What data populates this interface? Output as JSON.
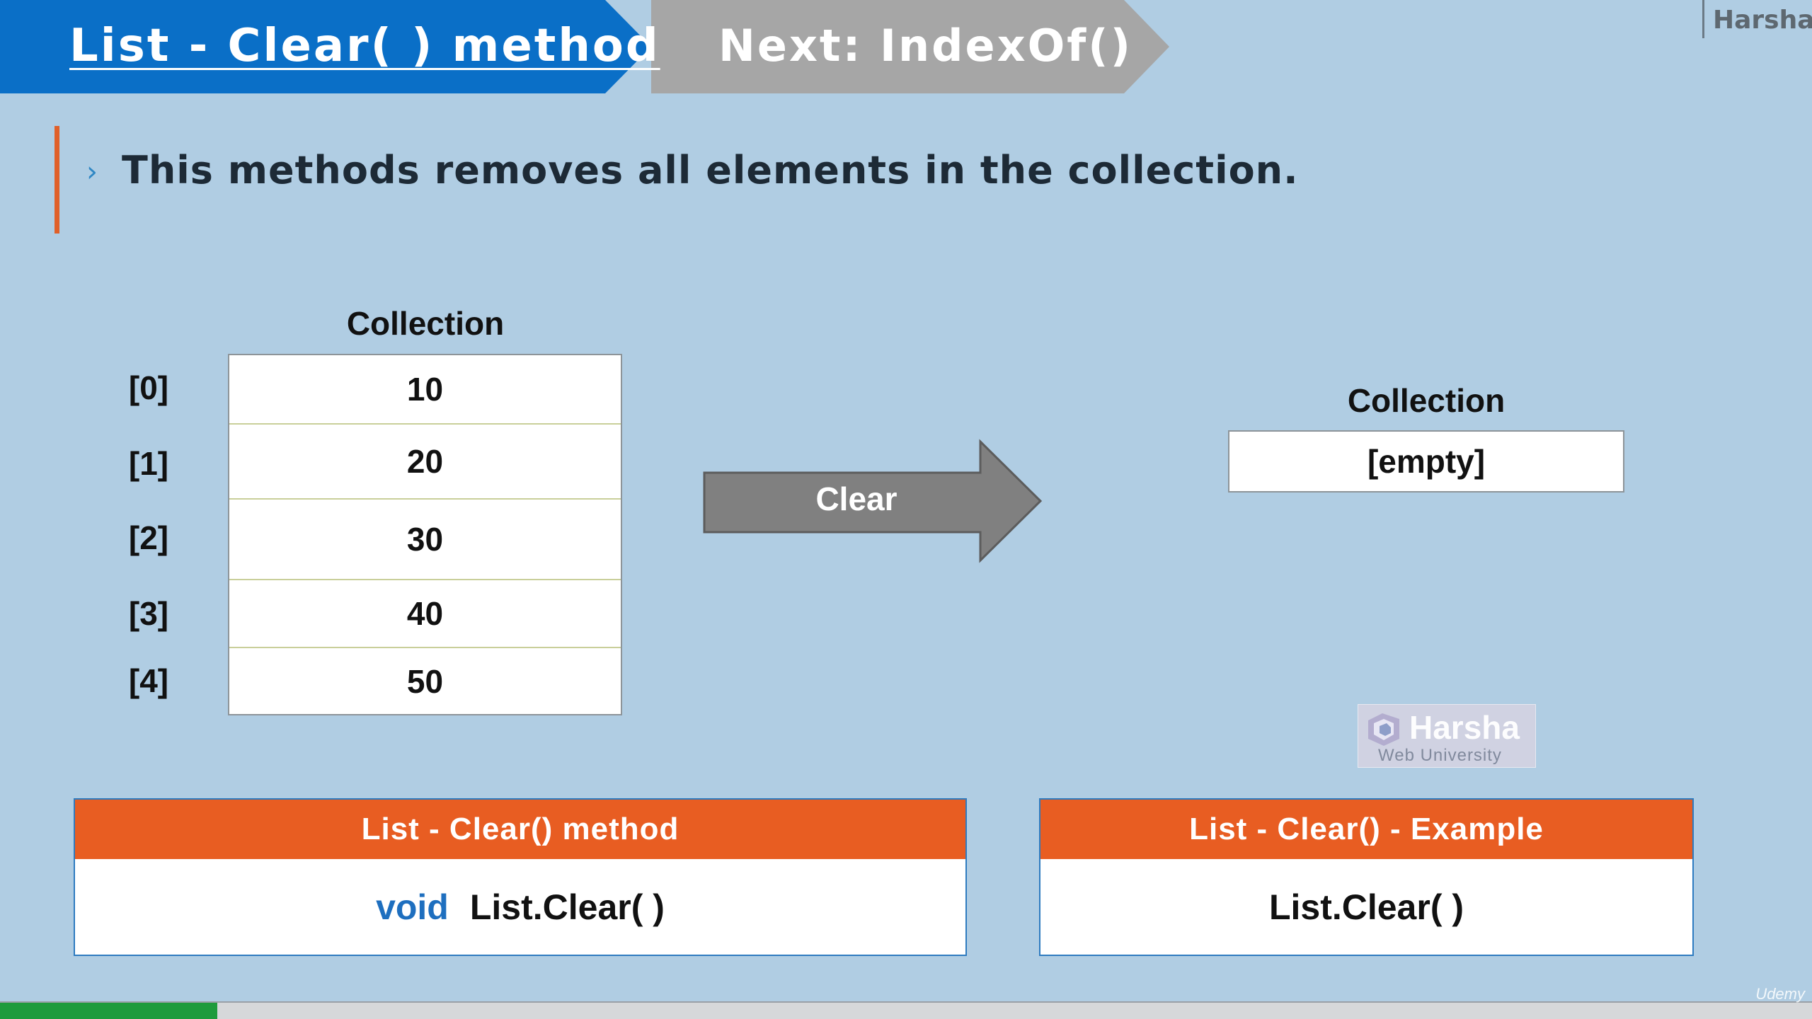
{
  "slide": {
    "title": "List - Clear( ) method",
    "next": "Next: IndexOf()",
    "brand": "Harsha",
    "bullet": "This methods removes all elements in the collection."
  },
  "before": {
    "heading": "Collection",
    "indexes": [
      "[0]",
      "[1]",
      "[2]",
      "[3]",
      "[4]"
    ],
    "values": [
      "10",
      "20",
      "30",
      "40",
      "50"
    ]
  },
  "operation": {
    "label": "Clear"
  },
  "after": {
    "heading": "Collection",
    "value": "[empty]"
  },
  "watermark": {
    "name": "Harsha",
    "sub": "Web University"
  },
  "cards": {
    "method": {
      "header": "List - Clear() method",
      "keyword": "void",
      "signature": "List.Clear( )"
    },
    "example": {
      "header": "List - Clear() - Example",
      "code": "List.Clear( )"
    }
  },
  "player": {
    "progress_percent": 12,
    "provider": "Udemy"
  },
  "colors": {
    "background": "#b0cde3",
    "title_banner": "#0a6fc7",
    "next_banner": "#a6a6a6",
    "accent": "#e85d22",
    "progress": "#1e9b3c"
  }
}
